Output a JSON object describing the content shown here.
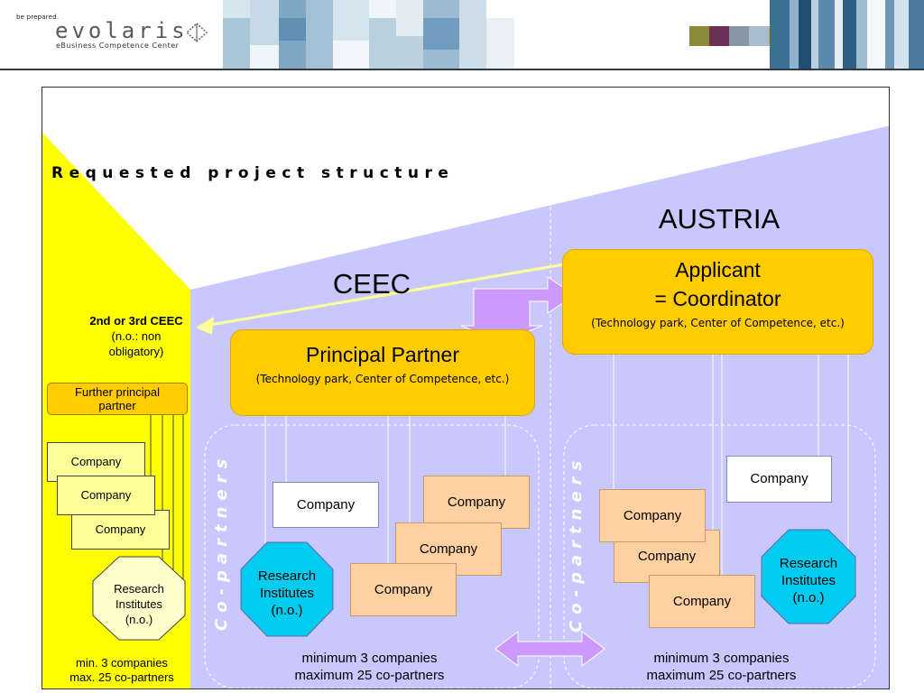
{
  "header": {
    "tagline": "be prepared.",
    "brand": "evolaris",
    "subtitle": "eBusiness Competence Center",
    "swatch_colors": [
      "#8a8a3a",
      "#6a2f52",
      "#8896a6",
      "#a8bdd0",
      "#f5a000"
    ]
  },
  "diagram": {
    "title": "Requested project structure",
    "labels": {
      "austria": "AUSTRIA",
      "ceec": "CEEC"
    },
    "applicant": {
      "line1": "Applicant",
      "line2": "= Coordinator",
      "sub": "(Technology park, Center of Competence, etc.)"
    },
    "principal": {
      "line1": "Principal Partner",
      "sub": "(Technology park, Center of Competence, etc.)"
    },
    "ceec3": {
      "line1": "2nd or 3rd CEEC",
      "line2": "(n.o.: non",
      "line3": "obligatory)"
    },
    "further": {
      "line1": "Further principal",
      "line2": "partner"
    },
    "company": "Company",
    "research": {
      "line1": "Research",
      "line2": "Institutes",
      "line3": "(n.o.)"
    },
    "co_partners": "Co-partners",
    "yellow_min": {
      "line1": "min. 3 companies",
      "line2": "max. 25 co-partners"
    },
    "min": {
      "line1": "minimum 3 companies",
      "line2": "maximum 25 co-partners"
    },
    "colors": {
      "yellow": "#ffff00",
      "lavender": "#c8c8ff",
      "orange": "#ffcc00",
      "peach": "#ffd0a0",
      "cyan": "#00ccf0",
      "arrow": "#cc99ff"
    }
  }
}
